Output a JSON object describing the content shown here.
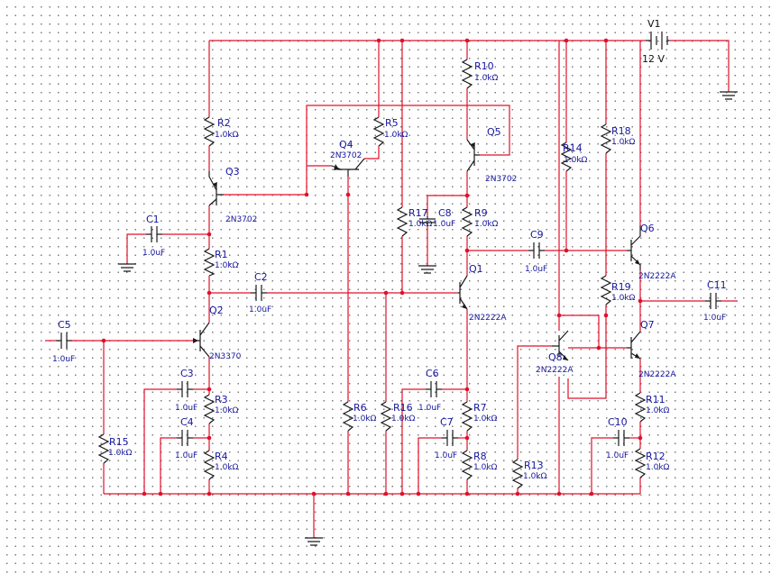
{
  "components": {
    "R1": {
      "ref": "R1",
      "value": "1.0kΩ"
    },
    "R2": {
      "ref": "R2",
      "value": "1.0kΩ"
    },
    "R3": {
      "ref": "R3",
      "value": "1.0kΩ"
    },
    "R4": {
      "ref": "R4",
      "value": "1.0kΩ"
    },
    "R5": {
      "ref": "R5",
      "value": "1.0kΩ"
    },
    "R6": {
      "ref": "R6",
      "value": "1.0kΩ"
    },
    "R7": {
      "ref": "R7",
      "value": "1.0kΩ"
    },
    "R8": {
      "ref": "R8",
      "value": "1.0kΩ"
    },
    "R9": {
      "ref": "R9",
      "value": "1.0kΩ"
    },
    "R10": {
      "ref": "R10",
      "value": "1.0kΩ"
    },
    "R11": {
      "ref": "R11",
      "value": "1.0kΩ"
    },
    "R12": {
      "ref": "R12",
      "value": "1.0kΩ"
    },
    "R13": {
      "ref": "R13",
      "value": "1.0kΩ"
    },
    "R14": {
      "ref": "R14",
      "value": "1.0kΩ"
    },
    "R15": {
      "ref": "R15",
      "value": "1.0kΩ"
    },
    "R16": {
      "ref": "R16",
      "value": "1.0kΩ"
    },
    "R17": {
      "ref": "R17",
      "value": "1.0kΩ"
    },
    "R18": {
      "ref": "R18",
      "value": "1.0kΩ"
    },
    "R19": {
      "ref": "R19",
      "value": "1.0kΩ"
    },
    "C1": {
      "ref": "C1",
      "value": "1.0uF"
    },
    "C2": {
      "ref": "C2",
      "value": "1.0uF"
    },
    "C3": {
      "ref": "C3",
      "value": "1.0uF"
    },
    "C4": {
      "ref": "C4",
      "value": "1.0uF"
    },
    "C5": {
      "ref": "C5",
      "value": "1.0uF"
    },
    "C6": {
      "ref": "C6",
      "value": "1.0uF"
    },
    "C7": {
      "ref": "C7",
      "value": "1.0uF"
    },
    "C8": {
      "ref": "C8",
      "value": "1.0uF"
    },
    "C9": {
      "ref": "C9",
      "value": "1.0uF"
    },
    "C10": {
      "ref": "C10",
      "value": "1.0uF"
    },
    "C11": {
      "ref": "C11",
      "value": "1.0uF"
    },
    "Q1": {
      "ref": "Q1",
      "model": "2N2222A"
    },
    "Q2": {
      "ref": "Q2",
      "model": "2N3370"
    },
    "Q3": {
      "ref": "Q3",
      "model": "2N3702"
    },
    "Q4": {
      "ref": "Q4",
      "model": "2N3702"
    },
    "Q5": {
      "ref": "Q5",
      "model": "2N3702"
    },
    "Q6": {
      "ref": "Q6",
      "model": "2N2222A"
    },
    "Q7": {
      "ref": "Q7",
      "model": "2N2222A"
    },
    "Q8": {
      "ref": "Q8",
      "model": "2N2222A"
    },
    "V1": {
      "ref": "V1",
      "value": "12 V"
    }
  },
  "colors": {
    "wire": "#e0102a",
    "label": "#15159e",
    "component": "#1a1a1a",
    "background": "#ffffff",
    "grid_dot": "#7a7a7a"
  }
}
